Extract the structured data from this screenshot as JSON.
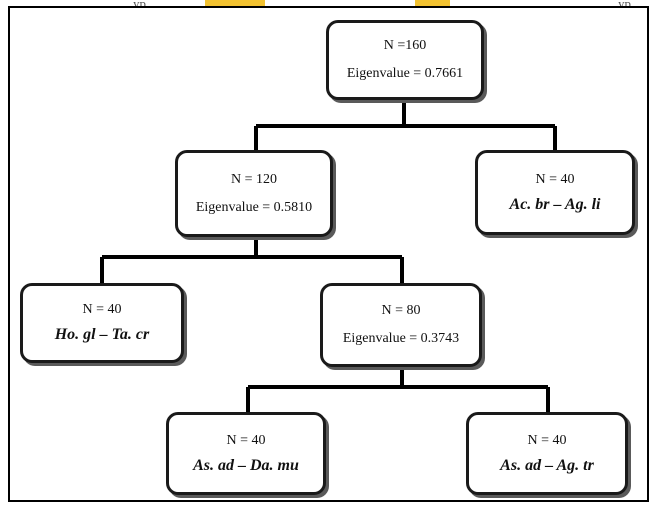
{
  "nodes": {
    "root": {
      "n": "N =160",
      "eigen": "Eigenvalue = 0.7661"
    },
    "left1": {
      "n": "N = 120",
      "eigen": "Eigenvalue = 0.5810"
    },
    "right1": {
      "n": "N = 40",
      "group": "Ac. br – Ag. li"
    },
    "left2": {
      "n": "N = 40",
      "group": "Ho. gl – Ta. cr"
    },
    "mid2": {
      "n": "N = 80",
      "eigen": "Eigenvalue = 0.3743"
    },
    "left3": {
      "n": "N = 40",
      "group": "As. ad – Da. mu"
    },
    "right3": {
      "n": "N = 40",
      "group": "As. ad  –  Ag. tr"
    }
  },
  "top_strip": {
    "text_left": "yp",
    "text_right": "yp"
  },
  "colors": {
    "line": "#000000",
    "accent": "#f2c230"
  }
}
